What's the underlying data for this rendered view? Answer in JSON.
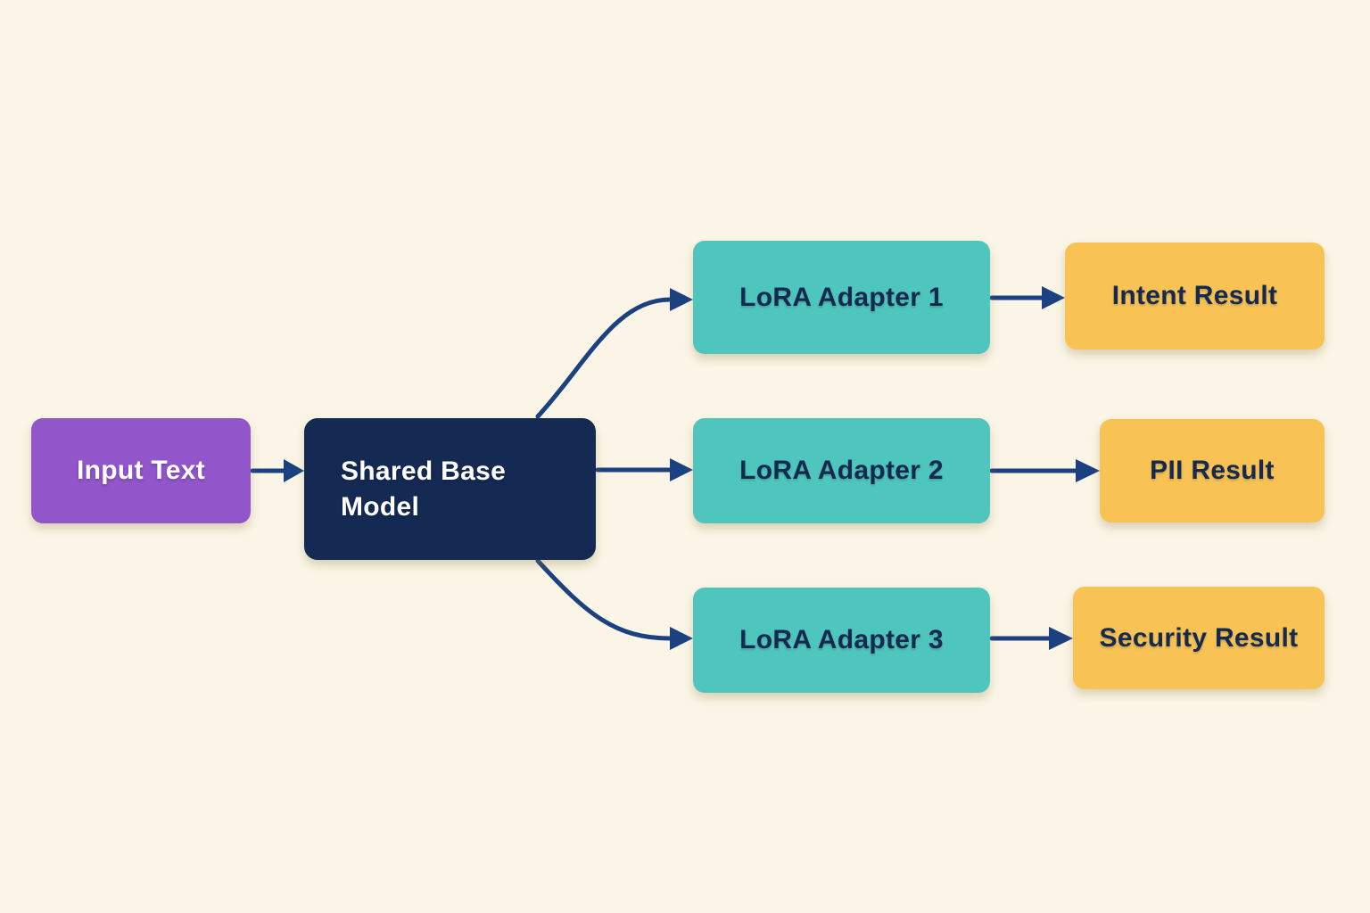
{
  "diagram": {
    "background_color": "#FAF5E6",
    "arrow_color": "#1C4180",
    "nodes": {
      "input": {
        "label": "Input Text",
        "color": "#9356CA",
        "text_color": "#FFFFFF"
      },
      "base": {
        "label": "Shared Base Model",
        "color": "#142A52",
        "text_color": "#FFFFFF"
      },
      "lora1": {
        "label": "LoRA Adapter 1",
        "color": "#4FC6BD",
        "text_color": "#152A4E"
      },
      "lora2": {
        "label": "LoRA Adapter 2",
        "color": "#4FC6BD",
        "text_color": "#152A4E"
      },
      "lora3": {
        "label": "LoRA Adapter 3",
        "color": "#4FC6BD",
        "text_color": "#152A4E"
      },
      "intent": {
        "label": "Intent Result",
        "color": "#F8C254",
        "text_color": "#152A4E"
      },
      "pii": {
        "label": "PII Result",
        "color": "#F8C254",
        "text_color": "#152A4E"
      },
      "security": {
        "label": "Security Result",
        "color": "#F8C254",
        "text_color": "#152A4E"
      }
    },
    "edges": [
      {
        "from": "input",
        "to": "base"
      },
      {
        "from": "base",
        "to": "lora1"
      },
      {
        "from": "base",
        "to": "lora2"
      },
      {
        "from": "base",
        "to": "lora3"
      },
      {
        "from": "lora1",
        "to": "intent"
      },
      {
        "from": "lora2",
        "to": "pii"
      },
      {
        "from": "lora3",
        "to": "security"
      }
    ]
  }
}
